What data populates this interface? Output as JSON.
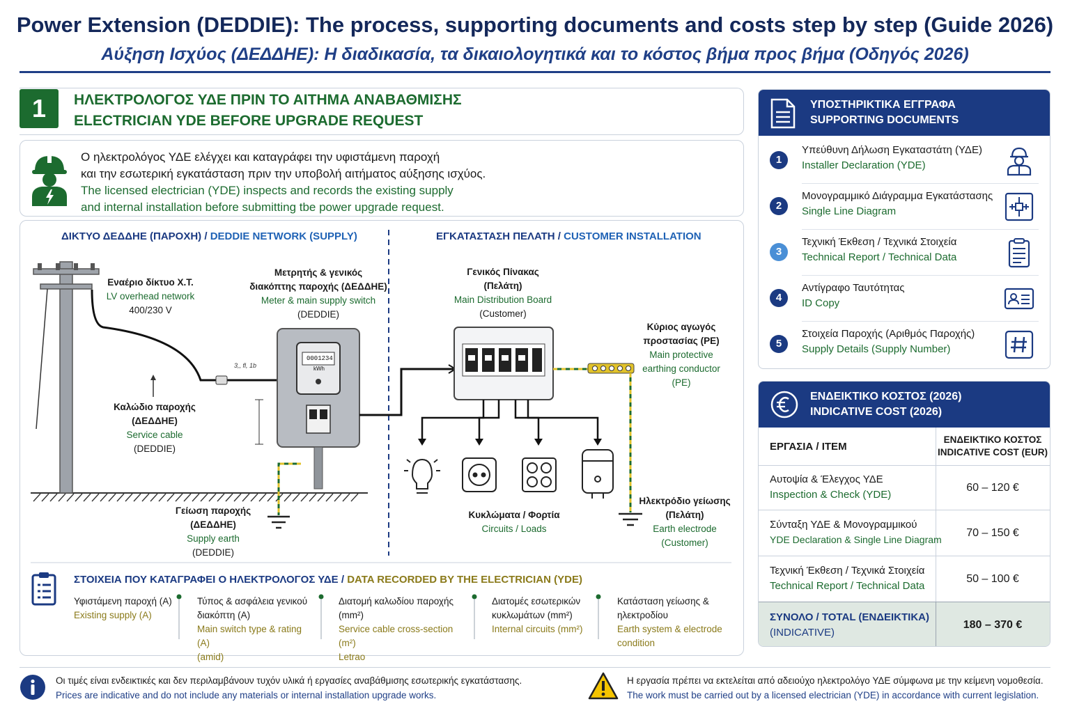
{
  "header": {
    "title_en": "Power Extension (DEDDIE): The process, supporting documents and costs step by step (Guide 2026)",
    "title_gr": "Αύξηση Ισχύος (ΔΕΔΔΗΕ): Η διαδικασία, τα δικαιολογητικά και το κόστος βήμα προς βήμα (Οδηγός 2026)"
  },
  "step": {
    "number": "1",
    "title_gr": "ΗΛΕΚΤΡΟΛΟΓΟΣ ΥΔΕ ΠΡΙΝ ΤΟ ΑΙΤΗΜΑ ΑΝΑΒΑΘΜΙΣΗΣ",
    "title_en": "ELECTRICIAN YDE BEFORE UPGRADE REQUEST",
    "intro_gr_1": "Ο ηλεκτρολόγος ΥΔΕ ελέγχει και καταγράφει την υφιστάμενη παροχή",
    "intro_gr_2": "και την εσωτερική εγκατάσταση πριν την υποβολή αιτήματος αύξησης ισχύος.",
    "intro_en_1": "The licensed electrician (YDE) inspects and records the existing supply",
    "intro_en_2": "and internal installation before submitting tbe power upgrade request."
  },
  "diagram": {
    "left_head_gr": "ΔΙΚΤΥΟ ΔΕΔΔΗΕ (ΠΑΡΟΧΗ) /",
    "left_head_en": "DEDDIE NETWORK (SUPPLY)",
    "right_head_gr": "ΕΓΚΑΤΑΣΤΑΣΗ ΠΕΛΑΤΗ /",
    "right_head_en": "CUSTOMER INSTALLATION",
    "overhead": {
      "gr": "Εναέριο δίκτυο Χ.Τ.",
      "en": "LV overhead network",
      "voltage": "400/230 V"
    },
    "meter_label": {
      "gr1": "Μετρητής & γενικός",
      "gr2": "διακόπτης παροχής (ΔΕΔΔΗΕ)",
      "en1": "Meter & main supply switch",
      "en2": "(DEDDIE)"
    },
    "meter_reading": "0001234",
    "meter_unit": "kWh",
    "cable_note": "3,, fl, 1b",
    "service_cable": {
      "gr1": "Καλώδιο παροχής",
      "gr2": "(ΔΕΔΔΗΕ)",
      "en1": "Service cable",
      "en2": "(DEDDIE)"
    },
    "supply_earth": {
      "gr1": "Γείωση παροχής",
      "gr2": "(ΔΕΔΔΗΕ)",
      "en1": "Supply earth",
      "en2": "(DEDDIE)"
    },
    "mdb": {
      "gr1": "Γενικός Πίνακας",
      "gr2": "(Πελάτη)",
      "en1": "Main Distribution Board",
      "en2": "(Customer)"
    },
    "pe": {
      "gr1": "Κύριος αγωγός",
      "gr2": "προστασίας (PE)",
      "en1": "Main protective",
      "en2": "earthing conductor",
      "en3": "(PE)"
    },
    "circuits": {
      "gr": "Κυκλώματα / Φορτία",
      "en": "Circuits / Loads"
    },
    "electrode": {
      "gr1": "Ηλεκτρόδιο γείωσης",
      "gr2": "(Πελάτη)",
      "en1": "Earth electrode",
      "en2": "(Customer)"
    }
  },
  "recorded": {
    "title_gr": "ΣΤΟΙΧΕΙΑ ΠΟΥ ΚΑΤΑΓΡΑΦΕΙ Ο ΗΛΕΚΤΡΟΛΟΓΟΣ ΥΔΕ /",
    "title_en": "DATA RECORDED BY THE ELECTRICIAN (YDE)",
    "items": [
      {
        "gr1": "Υφιστάμενη παροχή (A)",
        "gr2": "",
        "en1": "Existing supply (A)",
        "en2": ""
      },
      {
        "gr1": "Τύπος & ασφάλεια γενικού",
        "gr2": "διακόπτη (A)",
        "en1": "Main switch type & rating (A)",
        "en2": "(amid)"
      },
      {
        "gr1": "Διατομή καλωδίου παροχής",
        "gr2": "(mm²)",
        "en1": "Service cable cross-section (m²)",
        "en2": "Letrao"
      },
      {
        "gr1": "Διατομές εσωτερικών",
        "gr2": "κυκλωμάτων (mm²)",
        "en1": "Internal circuits (mm²)",
        "en2": ""
      },
      {
        "gr1": "Κατάσταση γείωσης &",
        "gr2": "ηλεκτροδίου",
        "en1": "Earth system & electrode",
        "en2": "condition"
      }
    ]
  },
  "documents": {
    "title_gr": "ΥΠΟΣΤΗΡΙΚΤΙΚΑ ΕΓΓΡΑΦΑ",
    "title_en": "SUPPORTING DOCUMENTS",
    "items": [
      {
        "num": "1",
        "gr": "Υπεύθυνη Δήλωση Εγκαταστάτη (ΥΔΕ)",
        "en": "Installer Declaration (YDE)",
        "icon": "worker-icon"
      },
      {
        "num": "2",
        "gr": "Μονογραμμικό Διάγραμμα Εγκατάστασης",
        "en": "Single Line Diagram",
        "icon": "diagram-icon"
      },
      {
        "num": "3",
        "gr": "Τεχνική Έκθεση / Τεχνικά Στοιχεία",
        "en": "Technical Report / Technical Data",
        "icon": "clipboard-icon"
      },
      {
        "num": "4",
        "gr": "Αντίγραφο Ταυτότητας",
        "en": "ID Copy",
        "icon": "id-card-icon"
      },
      {
        "num": "5",
        "gr": "Στοιχεία Παροχής (Αριθμός Παροχής)",
        "en": "Supply Details (Supply Number)",
        "icon": "hash-icon"
      }
    ]
  },
  "cost": {
    "title_gr": "ΕΝΔΕΙΚΤΙΚΟ ΚΟΣΤΟΣ (2026)",
    "title_en": "INDICATIVE COST (2026)",
    "col_item": "ΕΡΓΑΣΙΑ / ITEM",
    "col_cost_gr": "ΕΝΔΕΙΚΤΙΚΟ ΚΟΣΤΟΣ",
    "col_cost_en": "INDICATIVE COST (EUR)",
    "rows": [
      {
        "gr": "Αυτοψία & Έλεγχος ΥΔΕ",
        "en": "Inspection & Check (YDE)",
        "value": "60 – 120 €"
      },
      {
        "gr": "Σύνταξη ΥΔΕ & Μονογραμμικού",
        "en": "YDE Declaration & Single Line Diagram",
        "value": "70 – 150 €"
      },
      {
        "gr": "Τεχνική Έκθεση / Τεχνικά Στοιχεία",
        "en": "Technical Report / Technical Data",
        "value": "50 – 100 €"
      }
    ],
    "total_gr": "ΣΥΝΟΛΟ / TOTAL (ΕΝΔΕΙΚΤΙΚΑ)",
    "total_en": "(INDICATIVE)",
    "total_value": "180 – 370 €"
  },
  "footer": {
    "note_gr": "Οι τιμές είναι ενδεικτικές και δεν περιλαμβάνουν τυχόν υλικά ή εργασίες αναβάθμισης εσωτερικής εγκατάστασης.",
    "note_en": "Prices are indicative and do not include any materials or internal installation upgrade works.",
    "warn_gr": "Η εργασία πρέπει να εκτελείται από αδειούχο ηλεκτρολόγο ΥΔΕ σύμφωνα με την κείμενη νομοθεσία.",
    "warn_en": "The work must be carried out by a licensed electrician (YDE) in accordance with current legislation."
  },
  "colors": {
    "navy": "#1b3a82",
    "green": "#1c6b2f",
    "olive": "#8a7a1a",
    "blue_accent": "#1f62b5"
  }
}
